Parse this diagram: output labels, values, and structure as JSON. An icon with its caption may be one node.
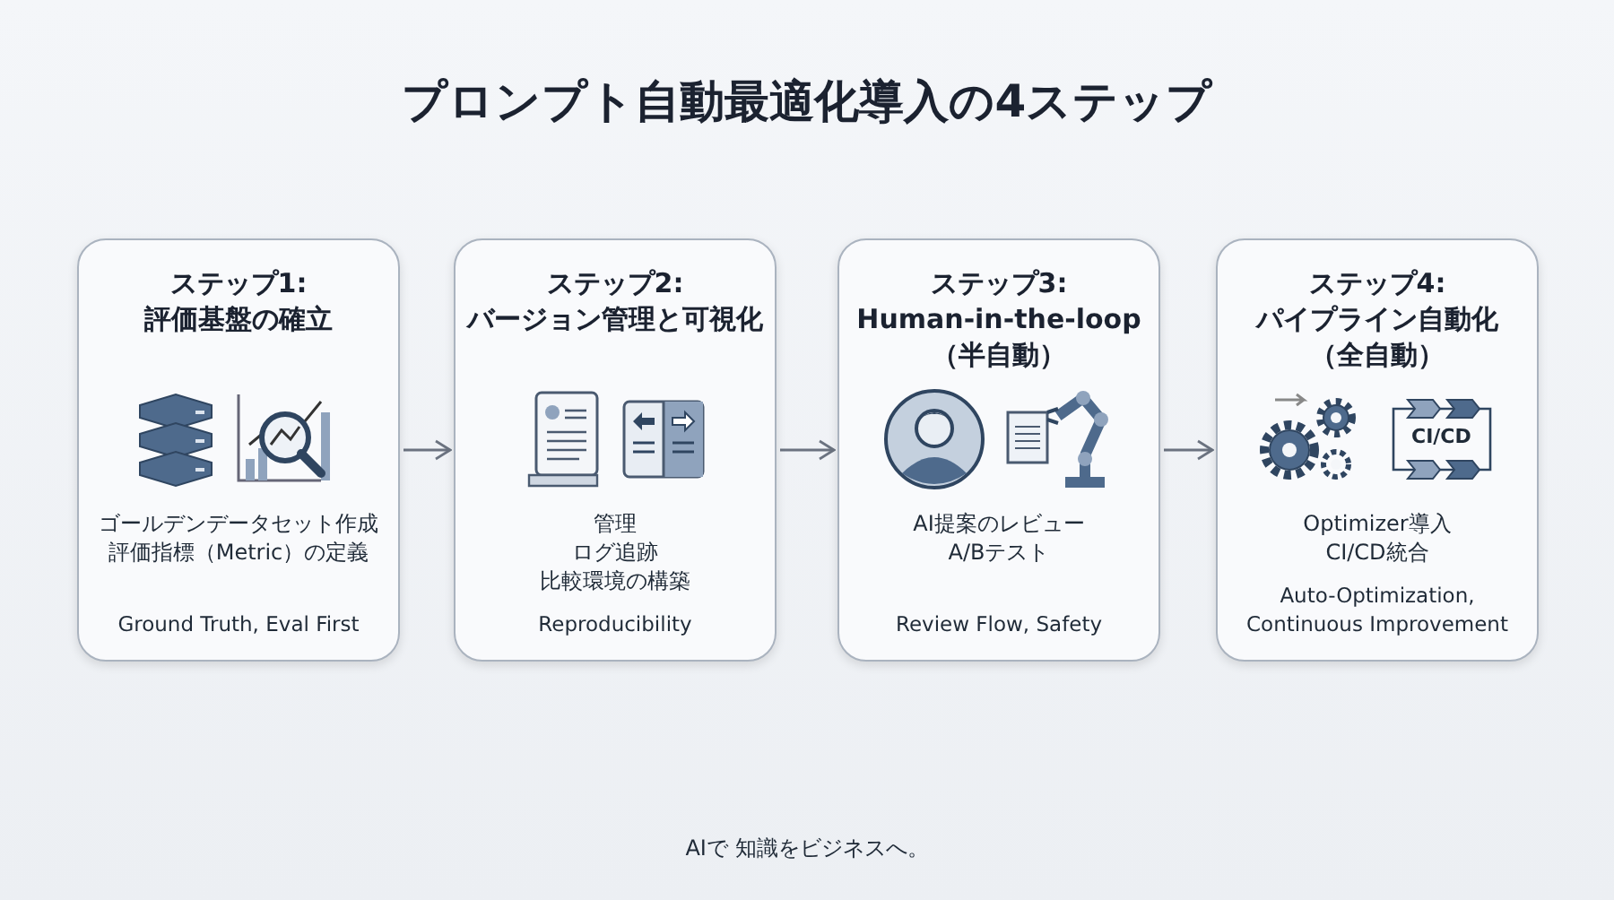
{
  "diagram": {
    "title": "プロンプト自動最適化導入の4ステップ",
    "nodes": [
      {
        "text": [
          "ステップ1: 評価基盤の確立",
          "ゴールデンデータセット作成",
          "評価指標（Metric）の定義",
          "Ground Truth, Eval First"
        ]
      },
      {
        "text": [
          "ステップ2: バージョン管理と可視化",
          "管理",
          "ログ追跡",
          "比較環境の構築",
          "Reproducibility"
        ]
      },
      {
        "text": [
          "ステップ3: Human-in-the-loop（半自動）",
          "AI提案のレビュー",
          "A/Bテスト",
          "Review Flow, Safety"
        ]
      },
      {
        "text": [
          "ステップ4: パイプライン自動化（全自動）",
          "Optimizer導入",
          "CI/CD統合",
          "Auto-Optimization, Continuous Improvement"
        ]
      }
    ],
    "edges": [
      {
        "from": 0,
        "to": 1,
        "arrow": "to"
      },
      {
        "from": 1,
        "to": 2,
        "arrow": "to"
      },
      {
        "from": 2,
        "to": 3,
        "arrow": "to"
      }
    ],
    "labels": [
      "CI/CD",
      "AIで 知識をビジネスへ。"
    ]
  }
}
